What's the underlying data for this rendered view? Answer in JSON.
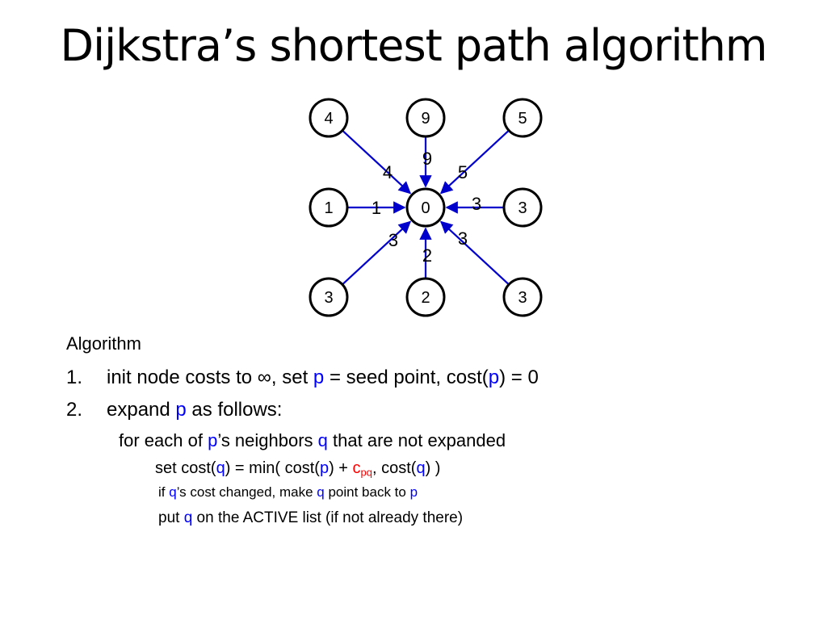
{
  "slide": {
    "title": "Dijkstra’s shortest path algorithm"
  },
  "graph": {
    "center": {
      "label": "0"
    },
    "neighbors": [
      {
        "id": "top-left",
        "label": "4",
        "edge_label": "4"
      },
      {
        "id": "top",
        "label": "9",
        "edge_label": "9"
      },
      {
        "id": "top-right",
        "label": "5",
        "edge_label": "5"
      },
      {
        "id": "left",
        "label": "1",
        "edge_label": "1"
      },
      {
        "id": "right",
        "label": "3",
        "edge_label": "3"
      },
      {
        "id": "bottom-left",
        "label": "3",
        "edge_label": "3"
      },
      {
        "id": "bottom",
        "label": "2",
        "edge_label": "2"
      },
      {
        "id": "bottom-right",
        "label": "3",
        "edge_label": "3"
      }
    ],
    "edge_color": "#0000cc"
  },
  "algorithm": {
    "heading": "Algorithm",
    "step1": {
      "num": "1.",
      "t1": "init node costs to ",
      "infinity": "∞",
      "t2": ", set ",
      "p": "p",
      "t3": " = seed point, cost(",
      "p2": "p",
      "t4": ") = 0"
    },
    "step2": {
      "num": "2.",
      "t1": "expand ",
      "p": "p",
      "t2": " as follows:"
    },
    "sub1": {
      "t1": "for each of ",
      "p": "p",
      "t2": "’s neighbors ",
      "q": "q",
      "t3": " that are not expanded"
    },
    "sub2": {
      "t1": "set cost(",
      "q": "q",
      "t2": ") = min( cost(",
      "p": "p",
      "t3": ") + ",
      "c": "c",
      "pq": "pq",
      "t4": ",  cost(",
      "q2": "q",
      "t5": ") )"
    },
    "sub3": {
      "t1": "if ",
      "q": "q",
      "t2": "’s cost changed, make ",
      "q2": "q",
      "t3": " point back to ",
      "p": "p"
    },
    "sub4": {
      "t1": "put ",
      "q": "q",
      "t2": " on the ACTIVE list   (if not already there)"
    }
  },
  "colors": {
    "accent": "#0000ff",
    "highlight": "#ff0000"
  }
}
